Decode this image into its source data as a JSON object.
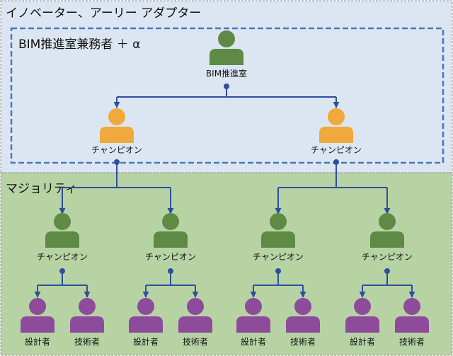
{
  "zones": {
    "innovators_label": "イノベーター、アーリー アダプター",
    "majority_label": "マジョリティ"
  },
  "bim_group": {
    "label": "BIM推進室兼務者 ＋ α"
  },
  "roles": {
    "bim_office": "BIM推進室",
    "champion": "チャンピオン",
    "designer": "設計者",
    "engineer": "技術者"
  },
  "colors": {
    "innovators_bg": "#dce6f2",
    "majority_bg": "#b7d3a4",
    "dashed_border": "#4a76bf",
    "zone_border": "#8c8c8c",
    "connector": "#2f4e9e",
    "bim_person": "#5e8a45",
    "champion_orange": "#f0a93c",
    "champion_green": "#5e8a45",
    "worker": "#8e4a9b"
  }
}
